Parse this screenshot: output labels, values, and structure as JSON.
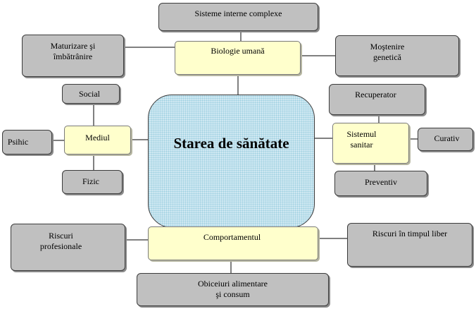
{
  "center": {
    "title": "Starea de sănătate"
  },
  "hubs": {
    "biologie": "Biologie umană",
    "mediul": "Mediul",
    "sistemul": "Sistemul\nsanitar",
    "comportament": "Comportamentul"
  },
  "leaves": {
    "sisteme": "Sisteme interne complexe",
    "maturizare": "Maturizare şi\nîmbătrânire",
    "mostenire": "Moştenire\ngenetică",
    "social": "Social",
    "psihic": "Psihic",
    "fizic": "Fizic",
    "recuperator": "Recuperator",
    "curativ": "Curativ",
    "preventiv": "Preventiv",
    "riscuri_prof": "Riscuri\nprofesionale",
    "riscuri_liber": "Riscuri în timpul liber",
    "obiceiuri": "Obiceiuri alimentare\nşi consum"
  }
}
